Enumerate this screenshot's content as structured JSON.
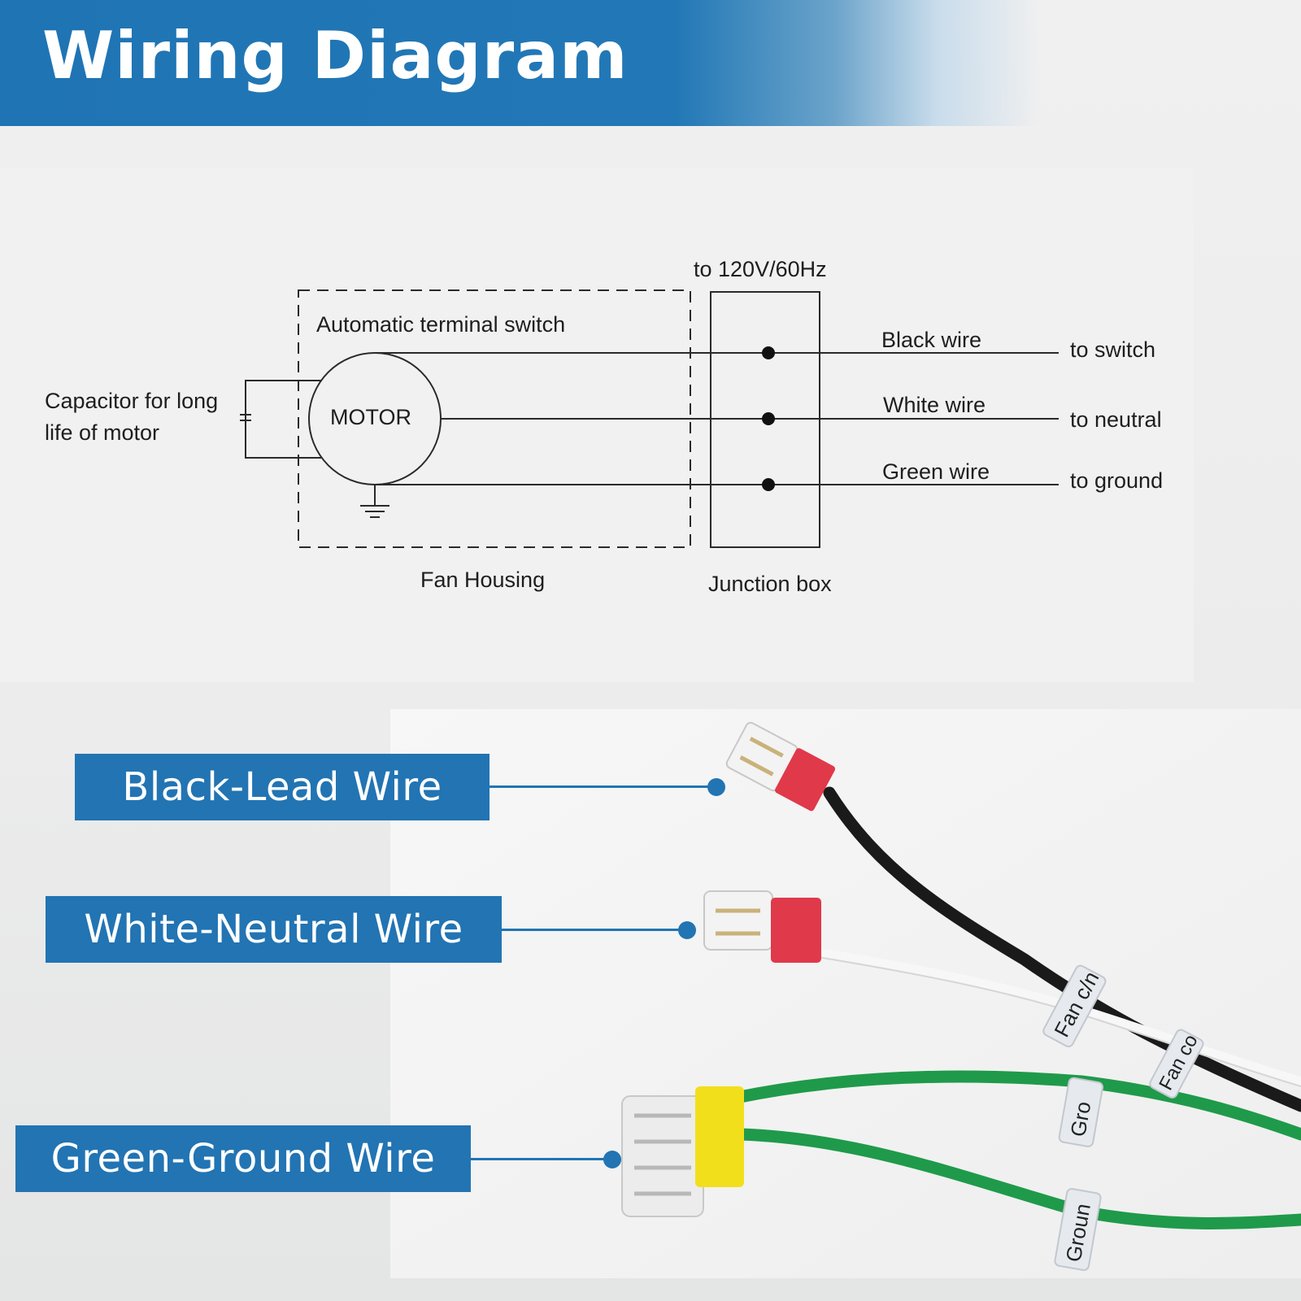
{
  "header": {
    "title": "Wiring Diagram"
  },
  "colors": {
    "brand_blue": "#2274b3",
    "black_wire": "#1a1a1a",
    "white_wire": "#f4f4f4",
    "green_wire": "#1f9a4a",
    "red_connector": "#e0394a",
    "yellow_connector": "#f2df1c"
  },
  "diagram": {
    "power_label": "to 120V/60Hz",
    "switch_label": "Automatic terminal switch",
    "motor_label": "MOTOR",
    "capacitor_label_line1": "Capacitor for long",
    "capacitor_label_line2": "life of motor",
    "fan_housing_label": "Fan Housing",
    "junction_box_label": "Junction box",
    "wires": [
      {
        "name": "Black wire",
        "destination": "to switch"
      },
      {
        "name": "White wire",
        "destination": "to neutral"
      },
      {
        "name": "Green wire",
        "destination": "to ground"
      }
    ]
  },
  "callouts": {
    "black": "Black-Lead Wire",
    "white": "White-Neutral Wire",
    "green": "Green-Ground Wire"
  },
  "photo_tags": {
    "black_tag": "Fan c/n",
    "black_tag2": "Fan co",
    "green_tag": "Gro",
    "green_tag2": "Groun"
  }
}
